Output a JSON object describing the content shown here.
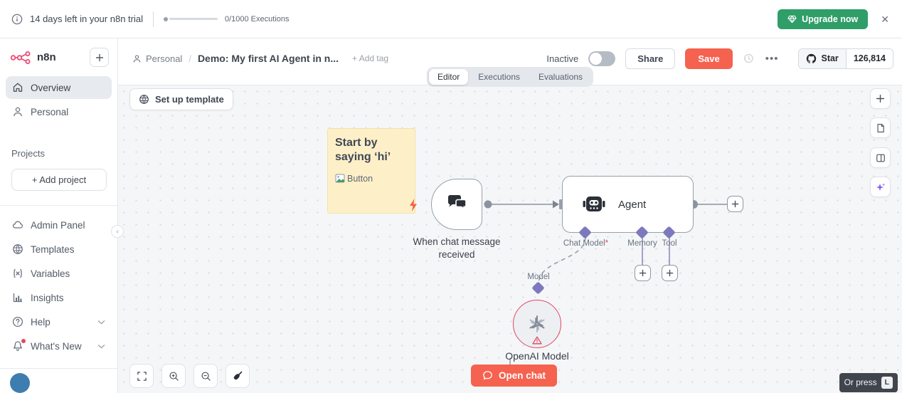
{
  "trial_banner": {
    "message": "14 days left in your n8n trial",
    "executions_label": "0/1000 Executions",
    "progress": {
      "value": 0,
      "max": 1000
    },
    "upgrade_label": "Upgrade now"
  },
  "sidebar": {
    "brand": "n8n",
    "items_top": [
      {
        "label": "Overview",
        "icon": "home-icon",
        "active": true
      },
      {
        "label": "Personal",
        "icon": "user-icon",
        "active": false
      }
    ],
    "projects_heading": "Projects",
    "add_project_label": "+ Add project",
    "items_bottom": [
      {
        "label": "Admin Panel",
        "icon": "cloud-icon"
      },
      {
        "label": "Templates",
        "icon": "package-icon"
      },
      {
        "label": "Variables",
        "icon": "variables-icon"
      },
      {
        "label": "Insights",
        "icon": "chart-icon"
      },
      {
        "label": "Help",
        "icon": "help-icon",
        "chevron": true
      },
      {
        "label": "What's New",
        "icon": "bell-icon",
        "chevron": true,
        "dot": true
      }
    ]
  },
  "header": {
    "breadcrumb": {
      "project": "Personal",
      "workflow": "Demo: My first AI Agent in n...",
      "add_tag": "+ Add tag"
    },
    "status_label": "Inactive",
    "share_label": "Share",
    "save_label": "Save",
    "github": {
      "star_label": "Star",
      "count": "126,814"
    },
    "tabs": [
      {
        "label": "Editor",
        "active": true
      },
      {
        "label": "Executions",
        "active": false
      },
      {
        "label": "Evaluations",
        "active": false
      }
    ]
  },
  "canvas": {
    "setup_template_label": "Set up template",
    "sticky": {
      "title": "Start by saying ‘hi’",
      "image_alt": "Button"
    },
    "nodes": {
      "trigger": {
        "label": "When chat message received"
      },
      "agent": {
        "label": "Agent",
        "ports": [
          {
            "label": "Chat Model",
            "required": true
          },
          {
            "label": "Memory",
            "required": false
          },
          {
            "label": "Tool",
            "required": false
          }
        ]
      },
      "model": {
        "label": "OpenAI Model",
        "connector_label": "Model"
      }
    },
    "open_chat_label": "Open chat",
    "hint": {
      "text": "Or press",
      "key": "L"
    }
  },
  "colors": {
    "accent_orange": "#f5624f",
    "accent_green": "#2f9e68",
    "brand_pink": "#ea4b71",
    "connector_purple": "#7c79bd",
    "error_red": "#e0485c"
  }
}
